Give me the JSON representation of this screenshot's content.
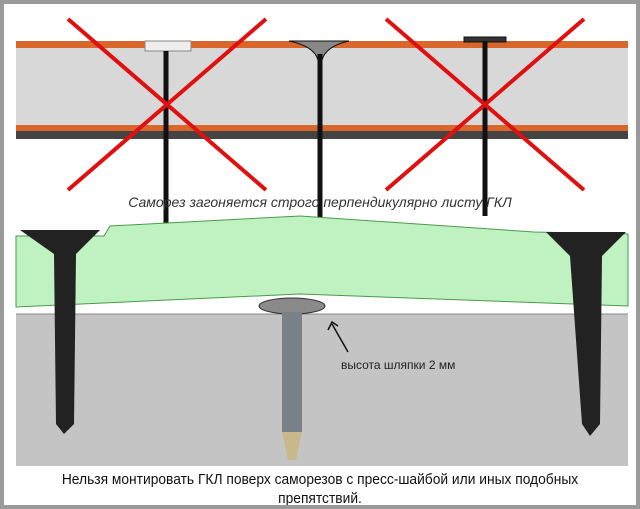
{
  "top_caption": "Саморез загоняется строго перпендикулярно листу ГКЛ",
  "head_height_label": "высота шляпки 2 мм",
  "bottom_caption": "Нельзя монтировать ГКЛ поверх саморезов с пресс-шайбой или иных подобных препятствий.",
  "colors": {
    "paper": "#d8d8d8",
    "facing": "#d9662a",
    "profile": "#444444",
    "cross": "#e01010",
    "sheet": "#bff2c0",
    "wall": "#c4c4c4"
  }
}
